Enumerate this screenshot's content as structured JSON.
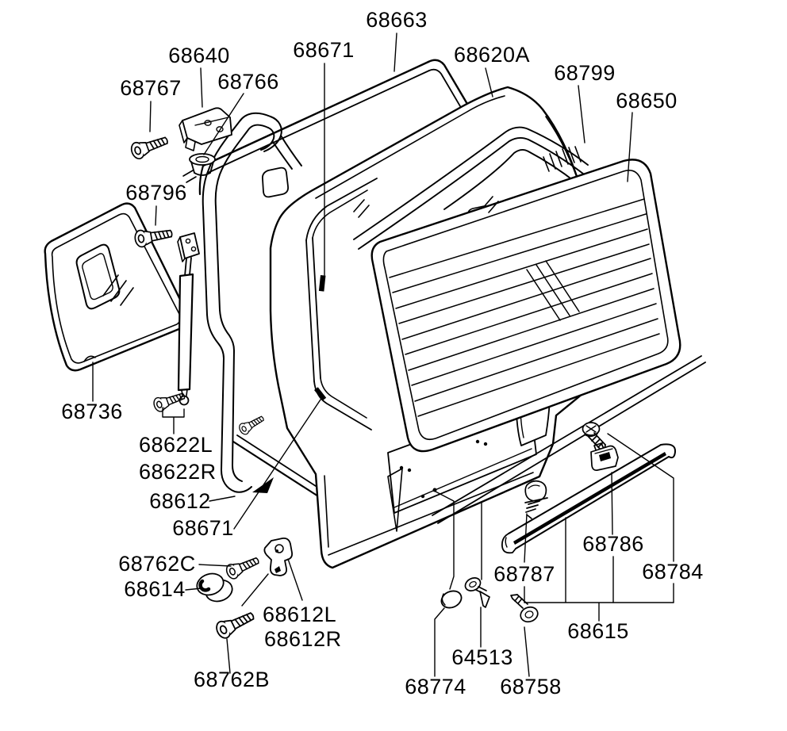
{
  "diagram": {
    "type": "exploded-parts-diagram",
    "subject": "tailgate-liftgate-assembly",
    "colors": {
      "line": "#000000",
      "background": "#ffffff"
    },
    "labels": [
      {
        "id": "68663",
        "text": "68663"
      },
      {
        "id": "68671-top",
        "text": "68671"
      },
      {
        "id": "68620A",
        "text": "68620A"
      },
      {
        "id": "68799",
        "text": "68799"
      },
      {
        "id": "68650",
        "text": "68650"
      },
      {
        "id": "68640",
        "text": "68640"
      },
      {
        "id": "68767",
        "text": "68767"
      },
      {
        "id": "68766",
        "text": "68766"
      },
      {
        "id": "68796",
        "text": "68796"
      },
      {
        "id": "68736",
        "text": "68736"
      },
      {
        "id": "68622L",
        "text": "68622L"
      },
      {
        "id": "68622R",
        "text": "68622R"
      },
      {
        "id": "68612",
        "text": "68612"
      },
      {
        "id": "68671-lower",
        "text": "68671"
      },
      {
        "id": "68762C",
        "text": "68762C"
      },
      {
        "id": "68614",
        "text": "68614"
      },
      {
        "id": "68612L",
        "text": "68612L"
      },
      {
        "id": "68612R",
        "text": "68612R"
      },
      {
        "id": "68762B",
        "text": "68762B"
      },
      {
        "id": "68774",
        "text": "68774"
      },
      {
        "id": "64513",
        "text": "64513"
      },
      {
        "id": "68758",
        "text": "68758"
      },
      {
        "id": "68787",
        "text": "68787"
      },
      {
        "id": "68786",
        "text": "68786"
      },
      {
        "id": "68784",
        "text": "68784"
      },
      {
        "id": "68615",
        "text": "68615"
      }
    ]
  }
}
